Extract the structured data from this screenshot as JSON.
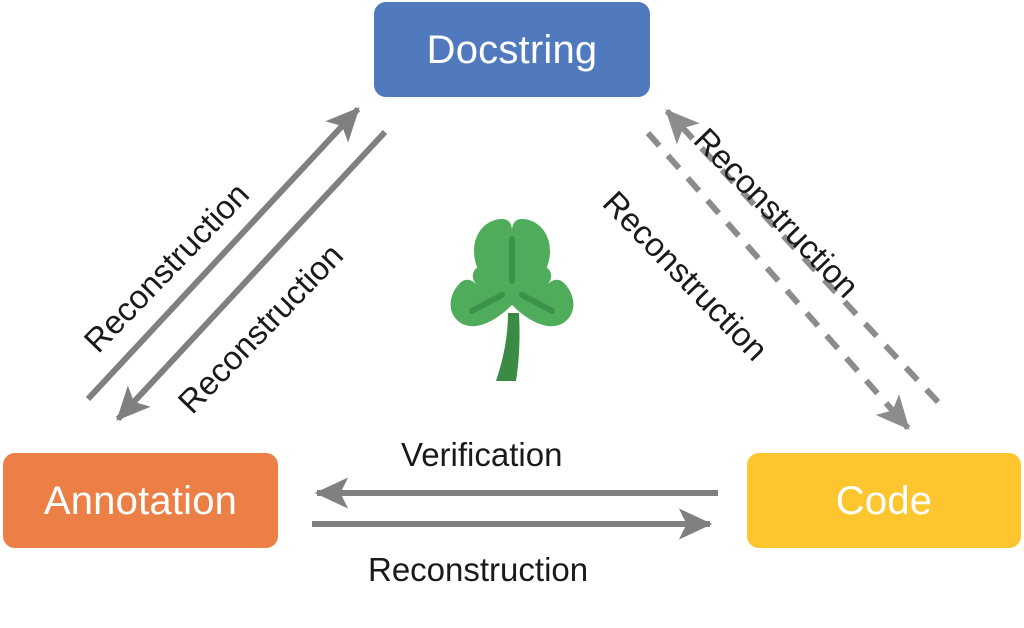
{
  "diagram": {
    "title": "Docstring / Annotation / Code reconstruction cycle",
    "background_color": "#ffffff",
    "nodes": [
      {
        "id": "docstring",
        "label": "Docstring",
        "color": "#5079be",
        "text_color": "#ffffff",
        "position": "top"
      },
      {
        "id": "annotation",
        "label": "Annotation",
        "color": "#ec7f45",
        "text_color": "#ffffff",
        "position": "bottom-left"
      },
      {
        "id": "code",
        "label": "Code",
        "color": "#fdc62e",
        "text_color": "#ffffff",
        "position": "bottom-right"
      }
    ],
    "center_icon": {
      "name": "clover-icon",
      "glyph": "shamrock",
      "leaf_color": "#4eac5b",
      "vein_color": "#3c924b",
      "stem_color": "#3c8b45"
    },
    "edges": [
      {
        "id": "annotation-to-docstring",
        "label": "Reconstruction",
        "from": "Annotation",
        "to": "Docstring",
        "style": "solid",
        "color": "#808080"
      },
      {
        "id": "docstring-to-annotation",
        "label": "Reconstruction",
        "from": "Docstring",
        "to": "Annotation",
        "style": "solid",
        "color": "#808080"
      },
      {
        "id": "code-to-docstring",
        "label": "Reconstruction",
        "from": "Code",
        "to": "Docstring",
        "style": "dashed",
        "color": "#8c8c8c"
      },
      {
        "id": "docstring-to-code",
        "label": "Reconstruction",
        "from": "Docstring",
        "to": "Code",
        "style": "dashed",
        "color": "#8c8c8c"
      },
      {
        "id": "code-to-annotation",
        "label": "Verification",
        "from": "Code",
        "to": "Annotation",
        "style": "solid",
        "color": "#808080"
      },
      {
        "id": "annotation-to-code",
        "label": "Reconstruction",
        "from": "Annotation",
        "to": "Code",
        "style": "solid",
        "color": "#808080"
      }
    ],
    "labels": {
      "left_upper": "Reconstruction",
      "left_lower": "Reconstruction",
      "right_upper": "Reconstruction",
      "right_lower": "Reconstruction",
      "bottom_upper": "Verification",
      "bottom_lower": "Reconstruction"
    }
  }
}
